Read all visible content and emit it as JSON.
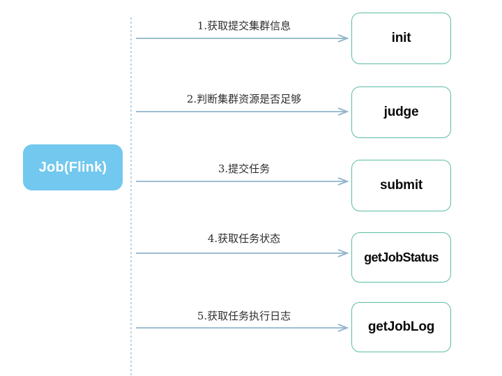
{
  "diagram": {
    "type": "sequence-diagram",
    "background_color": "#ffffff",
    "actor": {
      "label": "Job(Flink)",
      "fill_color": "#72C8EE",
      "text_color": "#ffffff"
    },
    "lifeline": {
      "style": "dashed",
      "color": "#B9D4E4"
    },
    "arrow_color": "#8FB4CC",
    "box_border_color": "#5CBCA6",
    "messages": [
      {
        "label": "1.获取提交集群信息",
        "target": "init"
      },
      {
        "label": "2.判断集群资源是否足够",
        "target": "judge"
      },
      {
        "label": "3.提交任务",
        "target": "submit"
      },
      {
        "label": "4.获取任务状态",
        "target": "getJobStatus"
      },
      {
        "label": "5.获取任务执行日志",
        "target": "getJobLog"
      }
    ],
    "services": [
      {
        "name": "init"
      },
      {
        "name": "judge"
      },
      {
        "name": "submit"
      },
      {
        "name": "getJobStatus"
      },
      {
        "name": "getJobLog"
      }
    ]
  }
}
